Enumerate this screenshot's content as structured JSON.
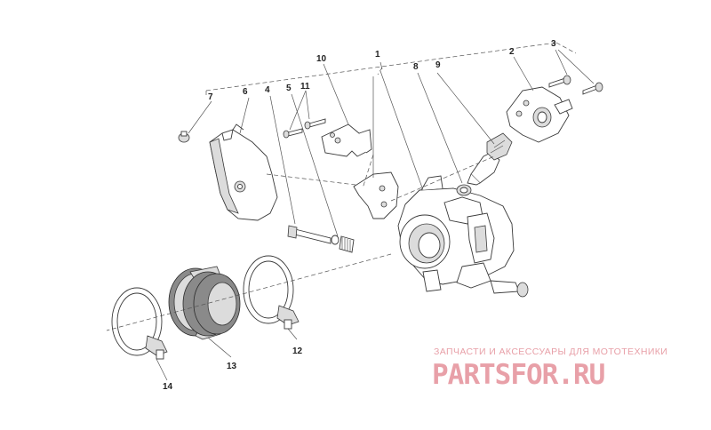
{
  "callouts": [
    "1",
    "2",
    "3",
    "4",
    "5",
    "6",
    "7",
    "8",
    "9",
    "10",
    "11",
    "12",
    "13",
    "14"
  ],
  "watermark": {
    "caption": "ЗАПЧАСТИ И АКСЕССУАРЫ ДЛЯ МОТОТЕХНИКИ",
    "logo": "PARTSFOR.RU",
    "color": "#e8a0a8"
  },
  "colors": {
    "line": "#3a3a3a",
    "fill_light": "#dcdcdc",
    "fill_dark": "#8a8a8a"
  }
}
